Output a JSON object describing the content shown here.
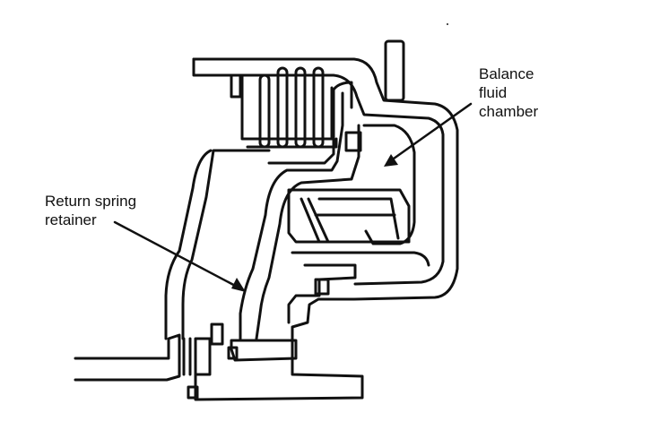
{
  "labels": {
    "balance_fluid_chamber": [
      "Balance",
      "fluid",
      "chamber"
    ],
    "return_spring_retainer": [
      "Return spring",
      "retainer"
    ]
  },
  "colors": {
    "ink": "#111111",
    "paper": "#ffffff"
  }
}
